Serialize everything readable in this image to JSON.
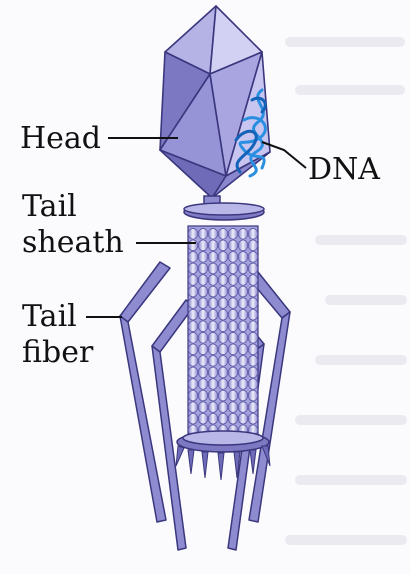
{
  "labels": {
    "head": "Head",
    "dna": "DNA",
    "tail_sheath_line1": "Tail",
    "tail_sheath_line2": "sheath",
    "tail_fiber_line1": "Tail",
    "tail_fiber_line2": "fiber"
  },
  "colors": {
    "phage_body": "#8e8bd0",
    "phage_light": "#c3c1ec",
    "phage_dark": "#5c58a8",
    "outline": "#3b377e",
    "dna": "#2a8fe0",
    "dna_dark": "#1563b8",
    "leader_line": "#111111",
    "background_text": "#e2e2ea"
  }
}
